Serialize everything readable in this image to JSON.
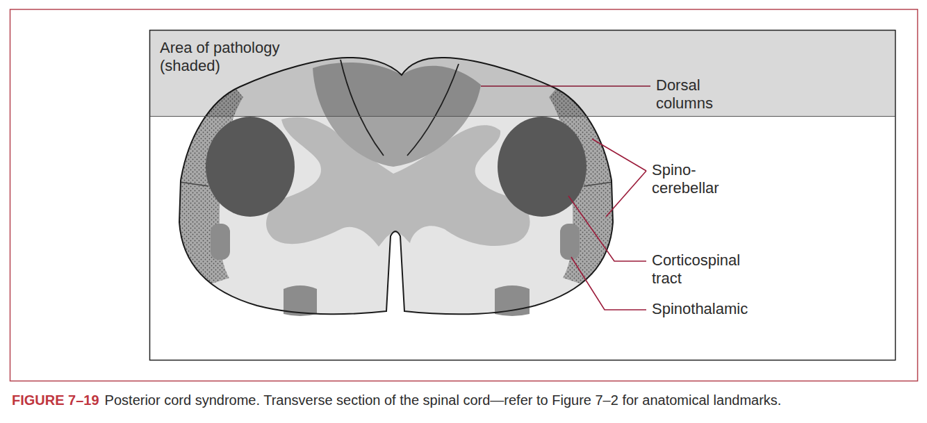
{
  "diagram": {
    "caption": "Posterior cord syndrome. Transverse section of the spinal cord—refer to Figure 7–2 for anatomical landmarks.",
    "nodes": [
      {
        "text": [
          "Area of pathology (shaded)"
        ]
      }
    ],
    "labels": [
      "Dorsal columns",
      "Spino- cerebellar",
      "Corticospinal tract",
      "Spinothalamic",
      "FIGURE 7–19"
    ]
  }
}
